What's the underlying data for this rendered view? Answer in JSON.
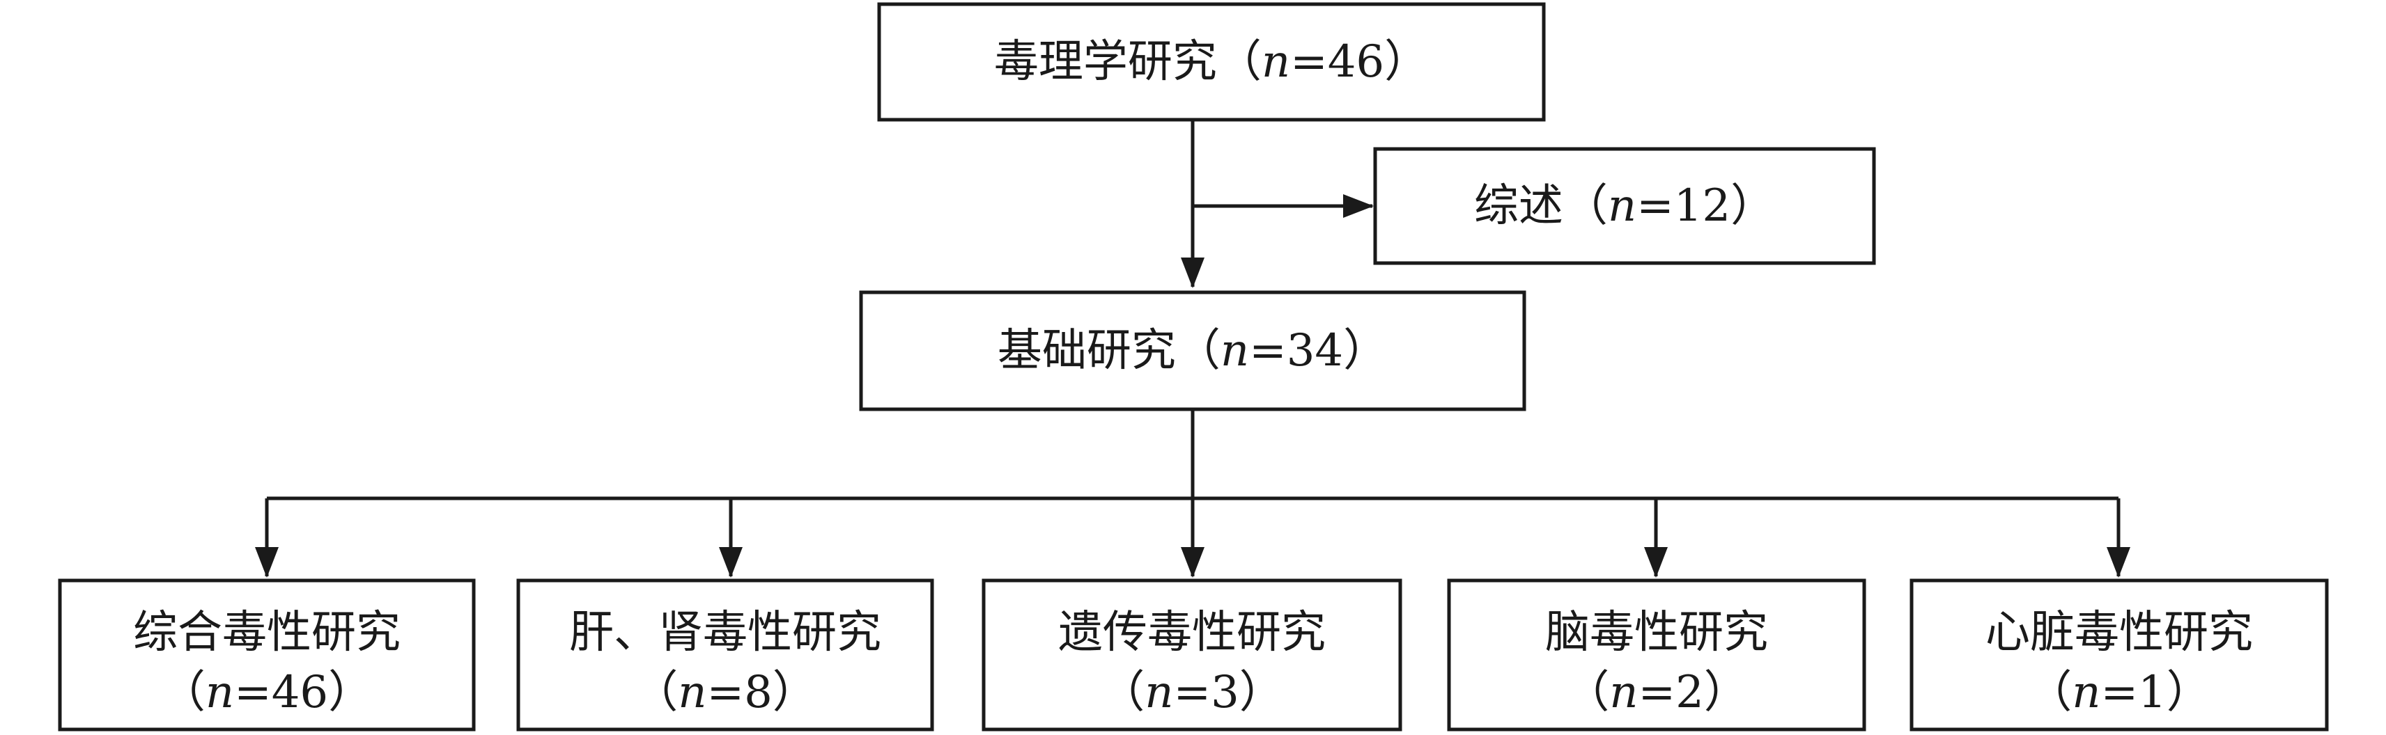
{
  "colors": {
    "line": "#1a1a1a",
    "box_fill": "#ffffff",
    "text": "#1a1a1a"
  },
  "nodes": {
    "root": {
      "label": "毒理学研究",
      "n_open": "（",
      "n_var": "n",
      "n_value": "=46",
      "n_close": "）"
    },
    "review": {
      "label": "综述",
      "n_open": "（",
      "n_var": "n",
      "n_value": "=12",
      "n_close": "）"
    },
    "basic": {
      "label": "基础研究",
      "n_open": "（",
      "n_var": "n",
      "n_value": "=34",
      "n_close": "）"
    },
    "comprehensive": {
      "label": "综合毒性研究",
      "n_open": "（",
      "n_var": "n",
      "n_value": "=46",
      "n_close": "）"
    },
    "liver_kidney": {
      "label": "肝、肾毒性研究",
      "n_open": "（",
      "n_var": "n",
      "n_value": "=8",
      "n_close": "）"
    },
    "genetic": {
      "label": "遗传毒性研究",
      "n_open": "（",
      "n_var": "n",
      "n_value": "=3",
      "n_close": "）"
    },
    "brain": {
      "label": "脑毒性研究",
      "n_open": "（",
      "n_var": "n",
      "n_value": "=2",
      "n_close": "）"
    },
    "cardiac": {
      "label": "心脏毒性研究",
      "n_open": "（",
      "n_var": "n",
      "n_value": "=1",
      "n_close": "）"
    }
  }
}
